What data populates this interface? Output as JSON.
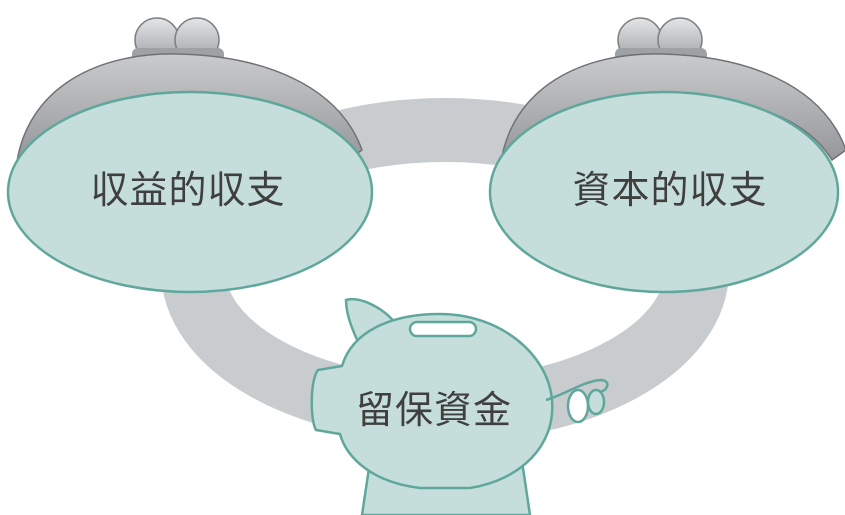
{
  "labels": {
    "left_purse": "収益的収支",
    "right_purse": "資本的収支",
    "piggy_bank": "留保資金"
  },
  "colors": {
    "fill_teal": "#c6dedb",
    "stroke_teal": "#5fa79c",
    "ring_gray": "#c8cccf",
    "purse_gray": "#a6a8ab",
    "purse_dark": "#8a8c8f",
    "clasp_gray": "#b9bcbf",
    "text": "#3f3f3f"
  }
}
